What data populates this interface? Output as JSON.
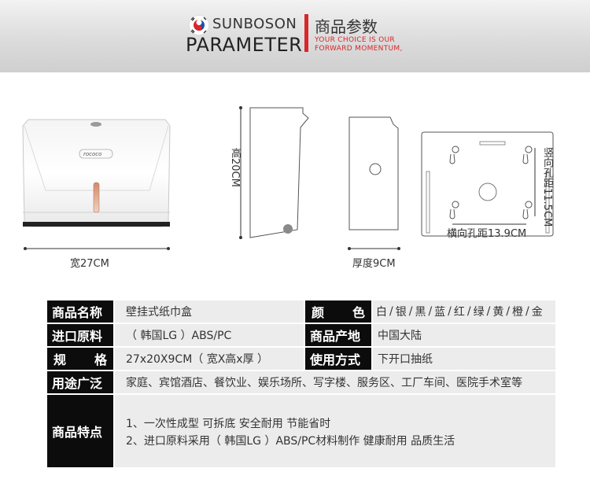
{
  "header": {
    "brand": "SUNBOSON",
    "parameter": "PARAMETER",
    "cn_title": "商品参数",
    "slogan_line1": "YOUR CHOICE IS OUR",
    "slogan_line2": "FORWARD MOMENTUM,"
  },
  "drawings": {
    "front_logo": "rococo",
    "width_label": "宽27CM",
    "height_label": "高20CM",
    "depth_label": "厚度9CM",
    "vertical_hole_label": "竖向孔距11.5CM",
    "horizontal_hole_label": "横向孔距13.9CM"
  },
  "spec": {
    "name_label": [
      "商品名称"
    ],
    "name_value": "壁挂式纸巾盒",
    "color_label": [
      "颜",
      "色"
    ],
    "colors": [
      "白",
      "银",
      "黑",
      "蓝",
      "红",
      "绿",
      "黄",
      "橙",
      "金"
    ],
    "material_label": [
      "进口原料"
    ],
    "material_value": "（ 韩国LG ）ABS/PC",
    "origin_label": [
      "商品产地"
    ],
    "origin_value": "中国大陆",
    "size_label": [
      "规",
      "格"
    ],
    "size_value": "27x20X9CM（ 宽X高x厚 ）",
    "usage_label": [
      "使用方式"
    ],
    "usage_value": "下开口抽纸",
    "scope_label": [
      "用途广泛"
    ],
    "scope_value": "家庭、宾馆酒店、餐饮业、娱乐场所、写字楼、服务区、工厂车间、医院手术室等",
    "feature_label": [
      "商品特点"
    ],
    "feature_1": "1、一次性成型 可拆底 安全耐用 节能省时",
    "feature_2": "2、进口原料采用（ 韩国LG ）ABS/PC材料制作 健康耐用 品质生活"
  },
  "colors_hex": {
    "accent_red": "#d9262b",
    "label_bg": "#0c0c0c",
    "cell_bg": "#ececec"
  }
}
